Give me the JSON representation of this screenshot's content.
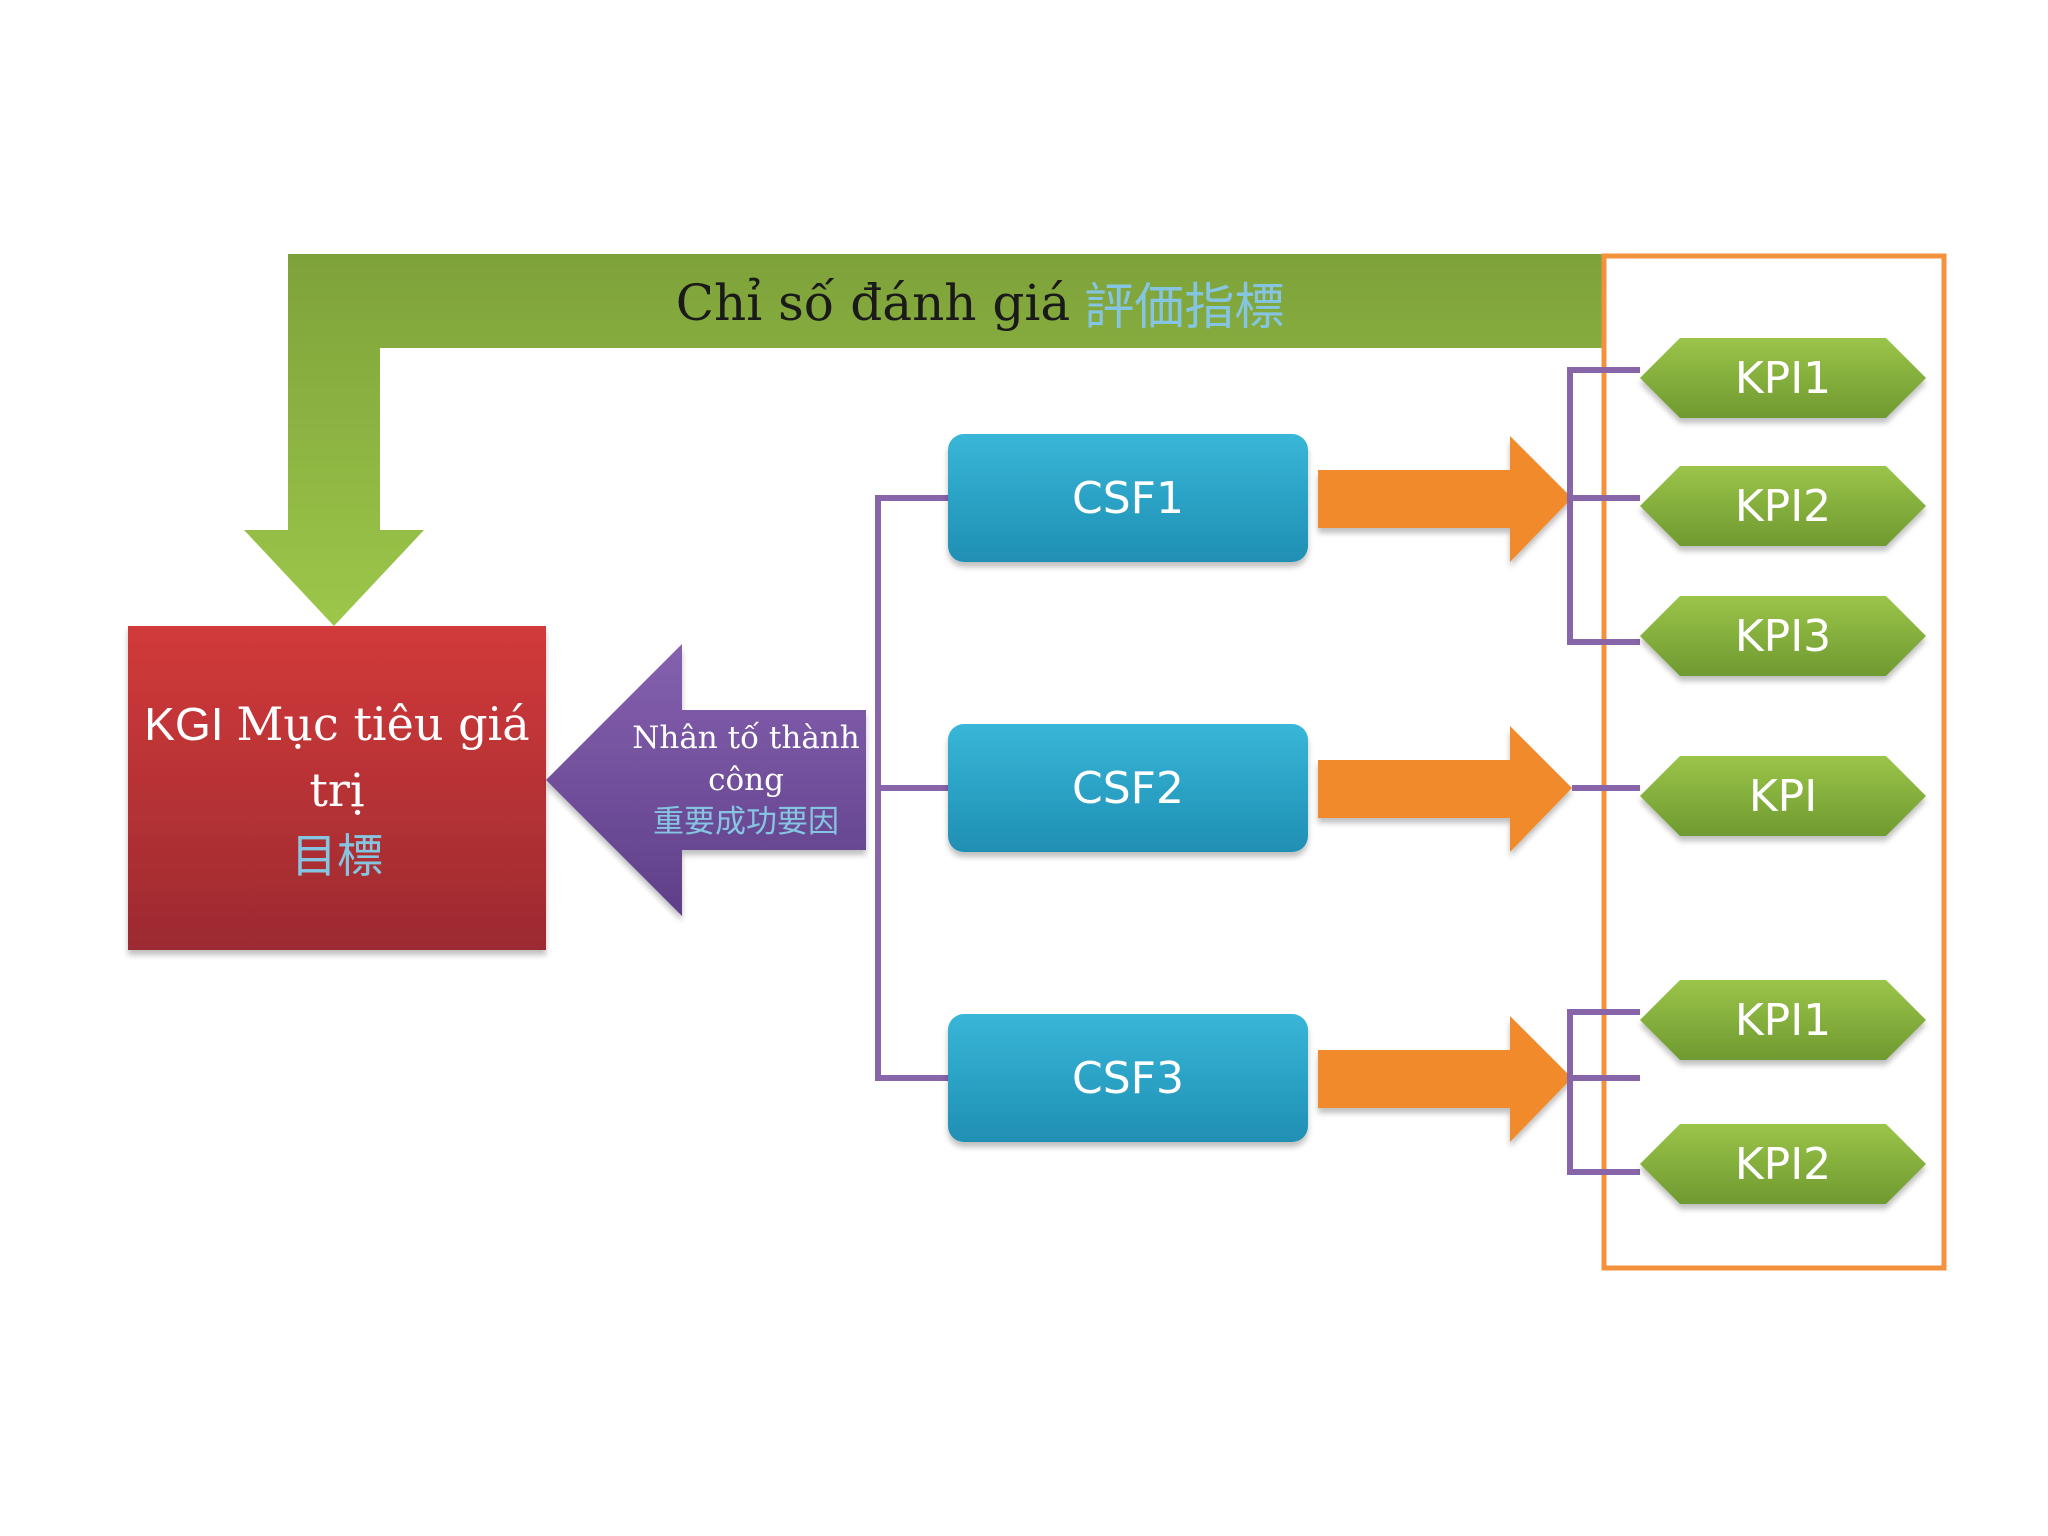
{
  "top_banner": {
    "label_vi": "Chỉ số đánh giá",
    "label_zh": "評価指標"
  },
  "kgi": {
    "prefix": "KGI",
    "label_vi_line1": "Mục tiêu giá",
    "label_vi_line2": "trị",
    "label_zh": "目標"
  },
  "csf_arrow": {
    "label_vi_line1": "Nhân tố thành",
    "label_vi_line2": "công",
    "label_zh": "重要成功要因"
  },
  "csfs": [
    {
      "label": "CSF1"
    },
    {
      "label": "CSF2"
    },
    {
      "label": "CSF3"
    }
  ],
  "kpis": [
    {
      "label": "KPI1"
    },
    {
      "label": "KPI2"
    },
    {
      "label": "KPI3"
    },
    {
      "label": "KPI"
    },
    {
      "label": "KPI1"
    },
    {
      "label": "KPI2"
    }
  ],
  "colors": {
    "green_banner": "#7a9a38",
    "red_box": "#c0343a",
    "purple_arrow": "#7752a0",
    "blue_box": "#2aa5c9",
    "orange_arrow": "#f08a2a",
    "kpi_green": "#8cb63c",
    "frame_orange": "#f4913c",
    "connector_purple": "#8765a8",
    "cjk_text": "#86c5e2"
  }
}
